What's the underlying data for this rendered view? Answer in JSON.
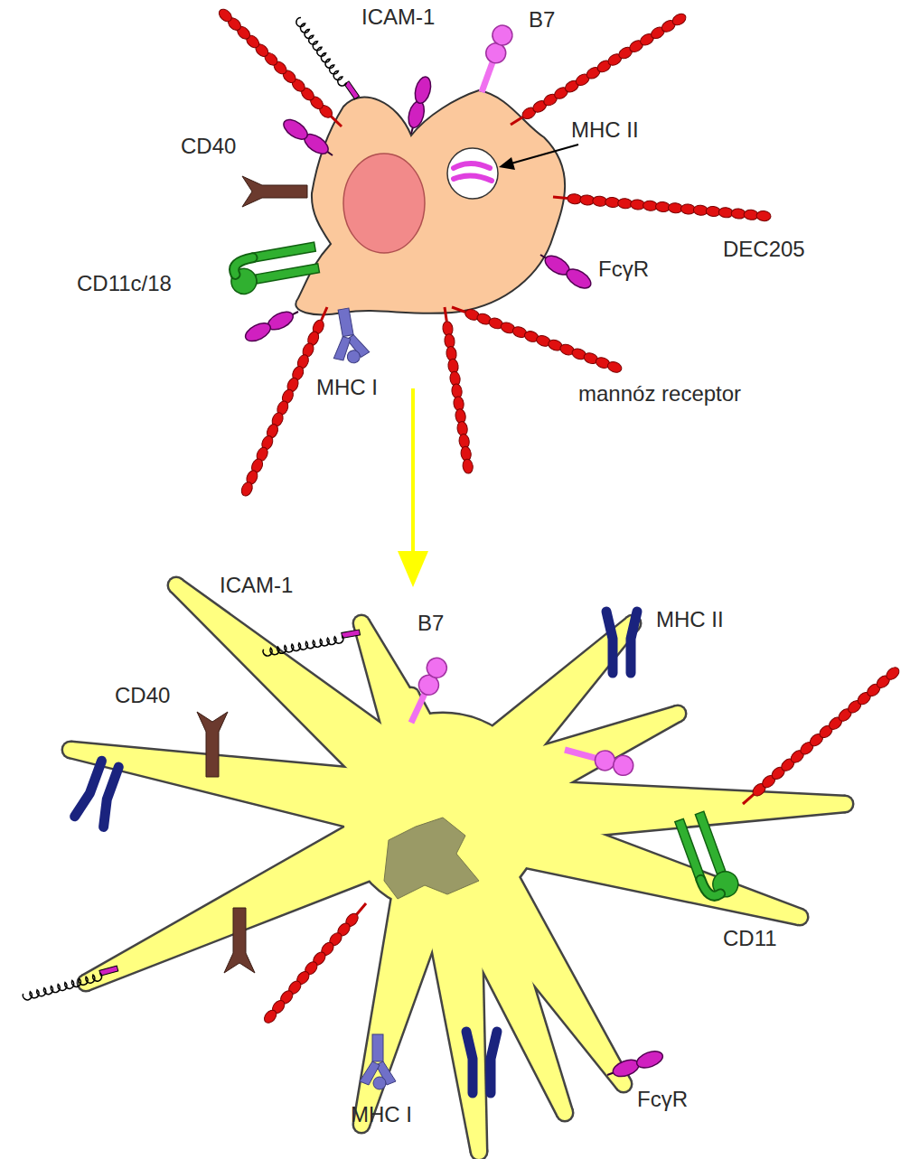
{
  "diagram": {
    "labels": [
      "ICAM-1",
      "B7",
      "MHC II",
      "CD40",
      "DEC205",
      "FcγR",
      "CD11c/18",
      "MHC I",
      "mannóz receptor",
      "ICAM-1",
      "B7",
      "MHC II",
      "CD40",
      "CD11",
      "MHC I",
      "FcγR"
    ]
  }
}
